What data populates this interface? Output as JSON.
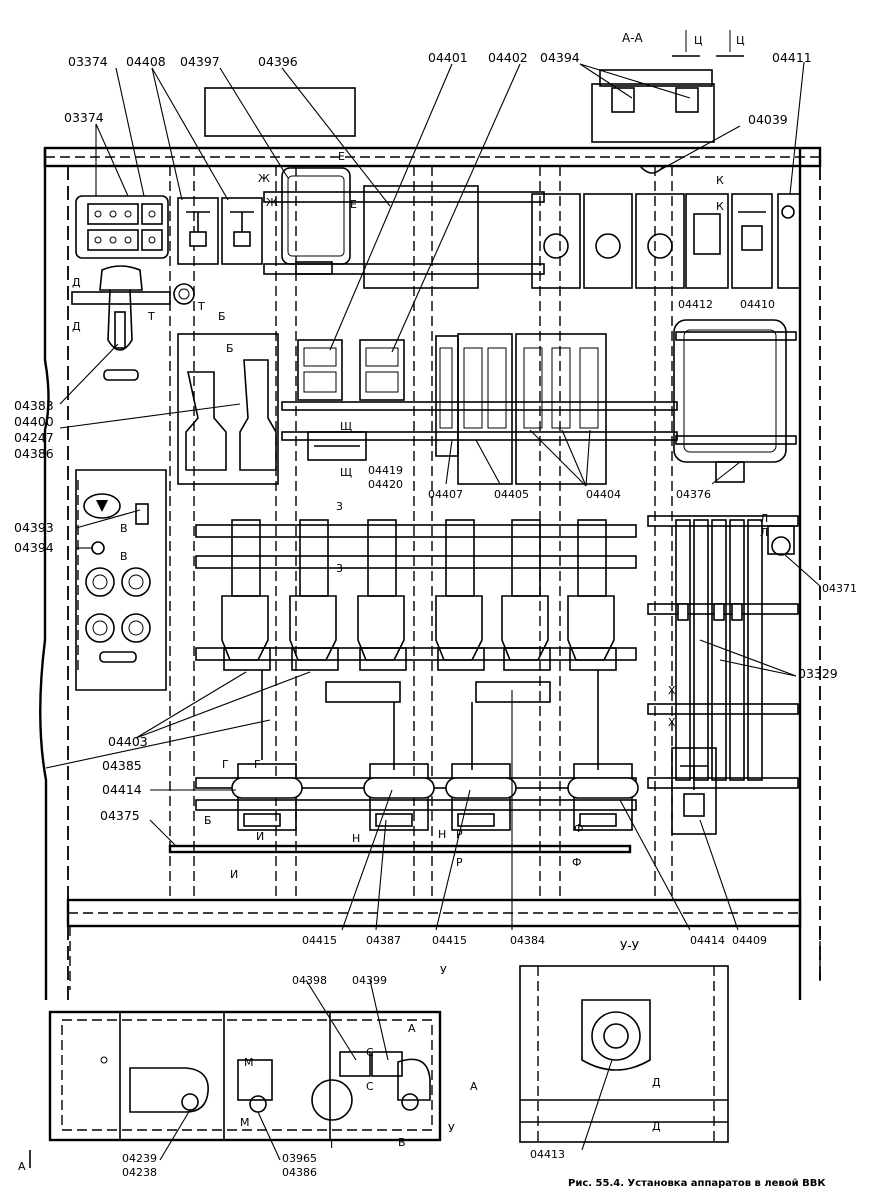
{
  "caption": "Рис. 55.4. Установка аппаратов в левой ВВК",
  "section_titles": {
    "aa": "А-А",
    "yy": "У-У"
  },
  "labels": {
    "l03374_a": "03374",
    "l03374_b": "03374",
    "l04408": "04408",
    "l04397": "04397",
    "l04396": "04396",
    "l04401": "04401",
    "l04402": "04402",
    "l04394_top": "04394",
    "l04411": "04411",
    "l04039": "04039",
    "l04412": "04412",
    "l04410": "04410",
    "l04383": "04383",
    "l04400": "04400",
    "l04247": "04247",
    "l04386": "04386",
    "l04393": "04393",
    "l04394": "04394",
    "l04419": "04419",
    "l04420": "04420",
    "l04407": "04407",
    "l04405": "04405",
    "l04404": "04404",
    "l04376": "04376",
    "l04371": "04371",
    "l03329": "03329",
    "l04403": "04403",
    "l04385": "04385",
    "l04414_l": "04414",
    "l04375": "04375",
    "l04415_a": "04415",
    "l04387": "04387",
    "l04415_b": "04415",
    "l04384": "04384",
    "l04414_r": "04414",
    "l04409": "04409",
    "l04398": "04398",
    "l04399": "04399",
    "l04239": "04239",
    "l04238": "04238",
    "l03965": "03965",
    "l04386_b": "04386",
    "l04413": "04413"
  },
  "section_marks": {
    "c1": "Ц",
    "c2": "Ц",
    "e1": "Е",
    "e2": "Е",
    "zh1": "Ж",
    "zh2": "Ж",
    "k1": "К",
    "k2": "К",
    "d1": "Д",
    "d2": "Д",
    "t1": "Т",
    "t2": "Т",
    "b1": "Б",
    "b2": "Б",
    "b_left": "Б",
    "sh1": "Щ",
    "sh2": "Щ",
    "v1": "В",
    "v2": "В",
    "z1": "3",
    "z2": "3",
    "l1": "Л",
    "l2": "Л",
    "x1": "Х",
    "x2": "Х",
    "g1": "Г",
    "g2": "Г",
    "i1": "И",
    "i2": "И",
    "n1": "Н",
    "n2": "Н",
    "r1": "Р",
    "r2": "Р",
    "f1": "Ф",
    "f2": "Ф",
    "y1": "У",
    "y2": "У",
    "a1": "А",
    "a2": "А",
    "a3": "А",
    "m1": "М",
    "m2": "М",
    "s1": "С",
    "s2": "С",
    "vb": "В",
    "roman1": "I"
  }
}
